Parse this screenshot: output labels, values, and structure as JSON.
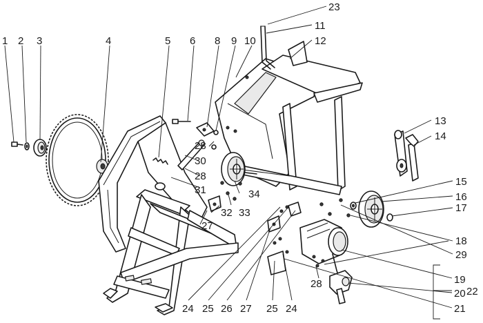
{
  "callouts": [
    {
      "id": "c1",
      "text": "1"
    },
    {
      "id": "c2",
      "text": "2"
    },
    {
      "id": "c3",
      "text": "3"
    },
    {
      "id": "c4",
      "text": "4"
    },
    {
      "id": "c5",
      "text": "5"
    },
    {
      "id": "c6",
      "text": "6"
    },
    {
      "id": "c8",
      "text": "8"
    },
    {
      "id": "c9",
      "text": "9"
    },
    {
      "id": "c10",
      "text": "10"
    },
    {
      "id": "c11",
      "text": "11"
    },
    {
      "id": "c12",
      "text": "12"
    },
    {
      "id": "c13",
      "text": "13"
    },
    {
      "id": "c14",
      "text": "14"
    },
    {
      "id": "c15",
      "text": "15"
    },
    {
      "id": "c16",
      "text": "16"
    },
    {
      "id": "c17",
      "text": "17"
    },
    {
      "id": "c18",
      "text": "18"
    },
    {
      "id": "c19",
      "text": "19"
    },
    {
      "id": "c20",
      "text": "20"
    },
    {
      "id": "c21",
      "text": "21"
    },
    {
      "id": "c22",
      "text": "22"
    },
    {
      "id": "c23",
      "text": "23"
    },
    {
      "id": "c24a",
      "text": "24"
    },
    {
      "id": "c24b",
      "text": "24"
    },
    {
      "id": "c25a",
      "text": "25"
    },
    {
      "id": "c25b",
      "text": "25"
    },
    {
      "id": "c26",
      "text": "26"
    },
    {
      "id": "c27a",
      "text": "27"
    },
    {
      "id": "c27b",
      "text": "27"
    },
    {
      "id": "c28a",
      "text": "28"
    },
    {
      "id": "c28b",
      "text": "28"
    },
    {
      "id": "c28c",
      "text": "28"
    },
    {
      "id": "c29",
      "text": "29"
    },
    {
      "id": "c30",
      "text": "30"
    },
    {
      "id": "c31",
      "text": "31"
    },
    {
      "id": "c32",
      "text": "32"
    },
    {
      "id": "c33",
      "text": "33"
    },
    {
      "id": "c34",
      "text": "34"
    }
  ]
}
